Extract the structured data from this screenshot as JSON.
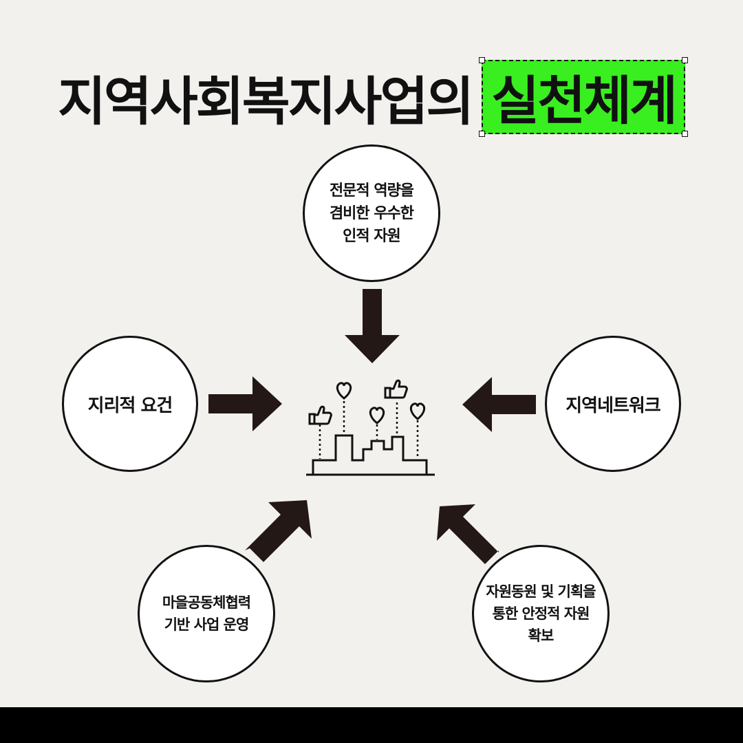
{
  "title": {
    "main": "지역사회복지사업의",
    "highlight": "실천체계"
  },
  "colors": {
    "background": "#f2f1ed",
    "highlight": "#39ef1f",
    "ink": "#111111",
    "arrow": "#231815"
  },
  "nodes": {
    "top": "전문적 역량을\n겸비한 우수한\n인적 자원",
    "left": "지리적 요건",
    "right": "지역네트워크",
    "bottom_left": "마을공동체협력\n기반 사업 운영",
    "bottom_right": "자원동원 및 기획을\n통한 안정적 자원\n확보"
  },
  "center": {
    "icon": "city-community-icon"
  }
}
